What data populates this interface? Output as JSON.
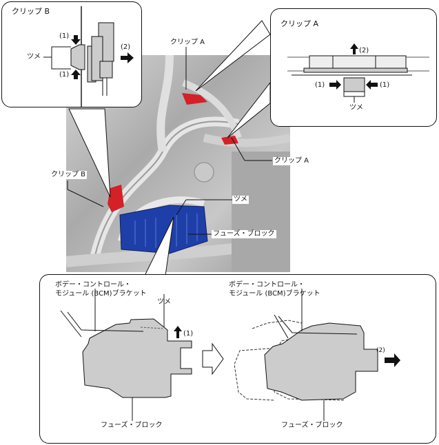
{
  "figure": {
    "photo": {
      "labels": {
        "clip_a_top": "クリップ A",
        "clip_a_right": "クリップ A",
        "clip_b": "クリップ B",
        "tab": "ツメ",
        "fuse_block": "フューズ・ブロック"
      },
      "colors": {
        "clip": "#d42027",
        "fuse_block": "#1f3fa8",
        "background": "#b9b9b9"
      }
    },
    "inset_clip_b": {
      "title": "クリップ B",
      "tab_label": "ツメ",
      "step1_top": "(1)",
      "step1_bottom": "(1)",
      "step2": "(2)"
    },
    "inset_clip_a": {
      "title": "クリップ A",
      "step2": "(2)",
      "step1_left": "(1)",
      "step1_right": "(1)",
      "tab_label": "ツメ"
    },
    "inset_bottom": {
      "left": {
        "bracket_label_line1": "ボデー・コントロール・",
        "bracket_label_line2": "モジュール (BCM)ブラケット",
        "tab_label": "ツメ",
        "step1": "(1)",
        "fuse_block_label": "フューズ・ブロック"
      },
      "right": {
        "bracket_label_line1": "ボデー・コントロール・",
        "bracket_label_line2": "モジュール (BCM)ブラケット",
        "step2": "(2)",
        "fuse_block_label": "フューズ・ブロック"
      }
    }
  }
}
